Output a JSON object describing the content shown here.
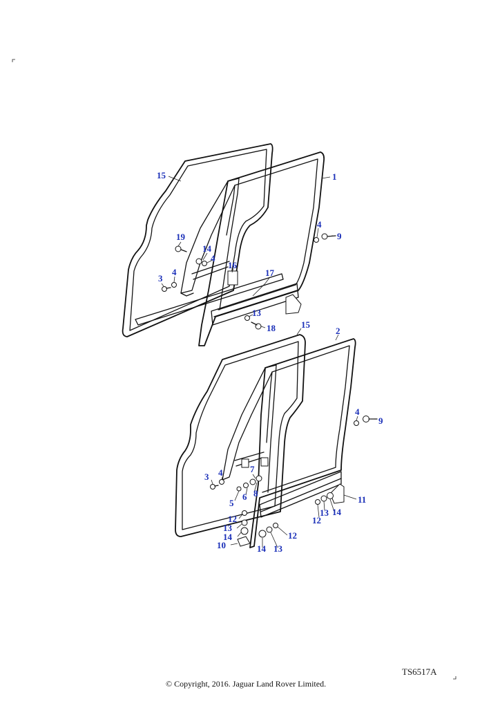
{
  "diagram": {
    "reference_code": "TS6517A",
    "copyright": "© Copyright, 2016. Jaguar Land Rover Limited.",
    "callouts": {
      "upper": [
        {
          "id": "c15a",
          "label": "15"
        },
        {
          "id": "c1",
          "label": "1"
        },
        {
          "id": "c4a",
          "label": "4"
        },
        {
          "id": "c9a",
          "label": "9"
        },
        {
          "id": "c19",
          "label": "19"
        },
        {
          "id": "c14a",
          "label": "14"
        },
        {
          "id": "c4b",
          "label": "4"
        },
        {
          "id": "c16",
          "label": "16"
        },
        {
          "id": "c17",
          "label": "17"
        },
        {
          "id": "c3a",
          "label": "3"
        },
        {
          "id": "c4c",
          "label": "4"
        },
        {
          "id": "c13a",
          "label": "13"
        },
        {
          "id": "c18",
          "label": "18"
        }
      ],
      "lower": [
        {
          "id": "c15b",
          "label": "15"
        },
        {
          "id": "c2",
          "label": "2"
        },
        {
          "id": "c4d",
          "label": "4"
        },
        {
          "id": "c9b",
          "label": "9"
        },
        {
          "id": "c3b",
          "label": "3"
        },
        {
          "id": "c4e",
          "label": "4"
        },
        {
          "id": "c7",
          "label": "7"
        },
        {
          "id": "c6",
          "label": "6"
        },
        {
          "id": "c8",
          "label": "8"
        },
        {
          "id": "c5",
          "label": "5"
        },
        {
          "id": "c11",
          "label": "11"
        },
        {
          "id": "c13b",
          "label": "13"
        },
        {
          "id": "c14b",
          "label": "14"
        },
        {
          "id": "c12a",
          "label": "12"
        },
        {
          "id": "c12b",
          "label": "12"
        },
        {
          "id": "c13c",
          "label": "13"
        },
        {
          "id": "c14c",
          "label": "14"
        },
        {
          "id": "c10",
          "label": "10"
        },
        {
          "id": "c12c",
          "label": "12"
        },
        {
          "id": "c14d",
          "label": "14"
        },
        {
          "id": "c13d",
          "label": "13"
        }
      ]
    }
  }
}
